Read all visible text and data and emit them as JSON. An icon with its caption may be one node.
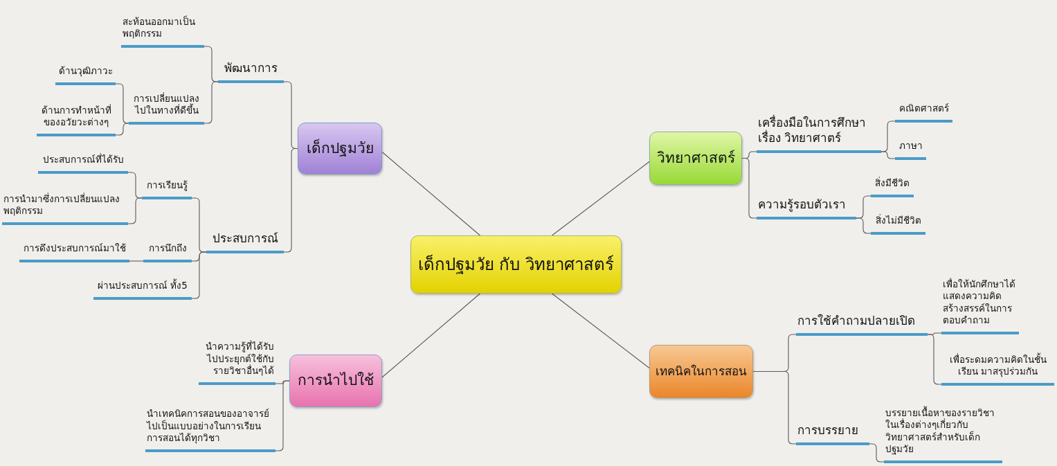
{
  "diagram": {
    "nodes": [
      {
        "text": [
          "เด็กปฐมวัย กับ วิทยาศาสตร์"
        ]
      },
      {
        "text": [
          "เด็กปฐมวัย"
        ]
      },
      {
        "text": [
          "พัฒนาการ"
        ]
      },
      {
        "text": [
          "สะท้อนออกมาเป็นพฤติกรรม"
        ]
      },
      {
        "text": [
          "การเปลี่ยนแปลงไปในทางที่ดีขึ้น"
        ]
      },
      {
        "text": [
          "ด้านวุฒิภาวะ"
        ]
      },
      {
        "text": [
          "ด้านการทำหน้าที่ของอวัยวะต่างๆ"
        ]
      },
      {
        "text": [
          "ประสบการณ์"
        ]
      },
      {
        "text": [
          "การเรียนรู้"
        ]
      },
      {
        "text": [
          "ประสบการณ์ที่ได้รับ"
        ]
      },
      {
        "text": [
          "การนำมาซึ่งการเปลี่ยนแปลงพฤติกรรม"
        ]
      },
      {
        "text": [
          "การนึกถึง"
        ]
      },
      {
        "text": [
          "การดึงประสบการณ์มาใช้"
        ]
      },
      {
        "text": [
          "ผ่านประสบการณ์ ทั้ง5"
        ]
      },
      {
        "text": [
          "การนำไปใช้"
        ]
      },
      {
        "text": [
          "นำความรู้ที่ได้รับไปประยุกต์ใช้กับรายวิชาอื่นๆได้"
        ]
      },
      {
        "text": [
          "นำเทคนิคการสอนของอาจารย์ ไปเป็นแบบอย่างในการเรียนการสอนได้ทุกวิชา"
        ]
      },
      {
        "text": [
          "วิทยาศาสตร์"
        ]
      },
      {
        "text": [
          "เครื่องมือในการศึกษาเรื่อง วิทยาศาตร์"
        ]
      },
      {
        "text": [
          "คณิตศาสตร์"
        ]
      },
      {
        "text": [
          "ภาษา"
        ]
      },
      {
        "text": [
          "ความรู้รอบตัวเรา"
        ]
      },
      {
        "text": [
          "สิ่งมีชีวิต"
        ]
      },
      {
        "text": [
          "สิ่งไม่มีชีวิต"
        ]
      },
      {
        "text": [
          "เทคนิคในการสอน"
        ]
      },
      {
        "text": [
          "การใช้คำถามปลายเปิด"
        ]
      },
      {
        "text": [
          "เพื่อให้นักศึกษาได้แสดงความคิดสร้างสรรค์ในการตอบคำถาม"
        ]
      },
      {
        "text": [
          "เพื่อระดมความคิดในชั้นเรียน มาสรุปร่วมกัน"
        ]
      },
      {
        "text": [
          "การบรรยาย"
        ]
      },
      {
        "text": [
          "บรรยายเนื้อหาของรายวิชา ในเรื่องต่างๆเกี่ยวกับวิทยาศาสตร์สำหรับเด็กปฐมวัย"
        ]
      }
    ],
    "edges": [
      {
        "from": 0,
        "to": 1,
        "arrow": "none"
      },
      {
        "from": 0,
        "to": 17,
        "arrow": "none"
      },
      {
        "from": 0,
        "to": 14,
        "arrow": "none"
      },
      {
        "from": 0,
        "to": 24,
        "arrow": "none"
      },
      {
        "from": 1,
        "to": 2,
        "arrow": "none"
      },
      {
        "from": 1,
        "to": 7,
        "arrow": "none"
      },
      {
        "from": 2,
        "to": 3,
        "arrow": "none"
      },
      {
        "from": 2,
        "to": 4,
        "arrow": "none"
      },
      {
        "from": 4,
        "to": 5,
        "arrow": "none"
      },
      {
        "from": 4,
        "to": 6,
        "arrow": "none"
      },
      {
        "from": 7,
        "to": 8,
        "arrow": "none"
      },
      {
        "from": 7,
        "to": 11,
        "arrow": "none"
      },
      {
        "from": 7,
        "to": 13,
        "arrow": "none"
      },
      {
        "from": 8,
        "to": 9,
        "arrow": "none"
      },
      {
        "from": 8,
        "to": 10,
        "arrow": "none"
      },
      {
        "from": 11,
        "to": 12,
        "arrow": "none"
      },
      {
        "from": 14,
        "to": 15,
        "arrow": "none"
      },
      {
        "from": 14,
        "to": 16,
        "arrow": "none"
      },
      {
        "from": 17,
        "to": 18,
        "arrow": "none"
      },
      {
        "from": 17,
        "to": 21,
        "arrow": "none"
      },
      {
        "from": 18,
        "to": 19,
        "arrow": "none"
      },
      {
        "from": 18,
        "to": 20,
        "arrow": "none"
      },
      {
        "from": 21,
        "to": 22,
        "arrow": "none"
      },
      {
        "from": 21,
        "to": 23,
        "arrow": "none"
      },
      {
        "from": 24,
        "to": 25,
        "arrow": "none"
      },
      {
        "from": 24,
        "to": 28,
        "arrow": "none"
      },
      {
        "from": 25,
        "to": 26,
        "arrow": "none"
      },
      {
        "from": 25,
        "to": 27,
        "arrow": "none"
      },
      {
        "from": 28,
        "to": 29,
        "arrow": "none"
      }
    ]
  }
}
